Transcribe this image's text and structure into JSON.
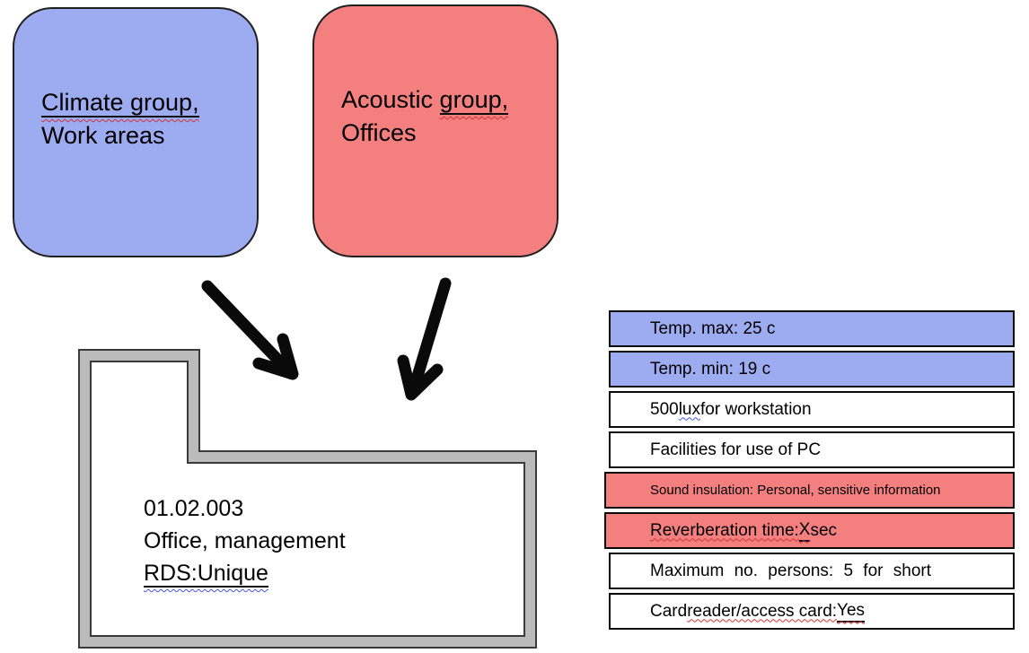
{
  "colors": {
    "blue": "#9dabf0",
    "coral": "#f47f7f",
    "wall_fill": "#bbbbbb",
    "wall_edge": "#3a3a3a",
    "arrow": "#0a0a0a"
  },
  "group_boxes": {
    "climate": {
      "title_underlined": "Climate group,",
      "line2": "Work areas"
    },
    "acoustic": {
      "prefix": "Acoustic ",
      "underlined": "group,",
      "line2": "Offices"
    }
  },
  "room": {
    "id": "01.02.003",
    "name": "Office, management",
    "rds": "RDS:Unique"
  },
  "requirements_table": {
    "rows": [
      {
        "color": "blue",
        "segments": [
          {
            "text": "Temp. max: 25 c"
          }
        ]
      },
      {
        "color": "blue",
        "segments": [
          {
            "text": "Temp. min: 19 c"
          }
        ]
      },
      {
        "color": "white",
        "segments": [
          {
            "text": "500 "
          },
          {
            "text": "lux"
          },
          {
            "text": " for workstation"
          }
        ]
      },
      {
        "color": "white",
        "segments": [
          {
            "text": "Facilities for use of PC"
          }
        ]
      },
      {
        "color": "coral",
        "segments": [
          {
            "text": "Sound insulation: Personal, sensitive information"
          }
        ]
      },
      {
        "color": "coral",
        "segments": [
          {
            "text": "Reverberation time:"
          },
          {
            "text": " "
          },
          {
            "text": "X"
          },
          {
            "text": " sec"
          }
        ]
      },
      {
        "color": "white",
        "segments": [
          {
            "text": "Maximum no. persons: 5 for short"
          }
        ]
      },
      {
        "color": "white",
        "segments": [
          {
            "text": "Card "
          },
          {
            "text": "reader/access card:"
          },
          {
            "text": " "
          },
          {
            "text": "Yes"
          }
        ]
      }
    ]
  }
}
